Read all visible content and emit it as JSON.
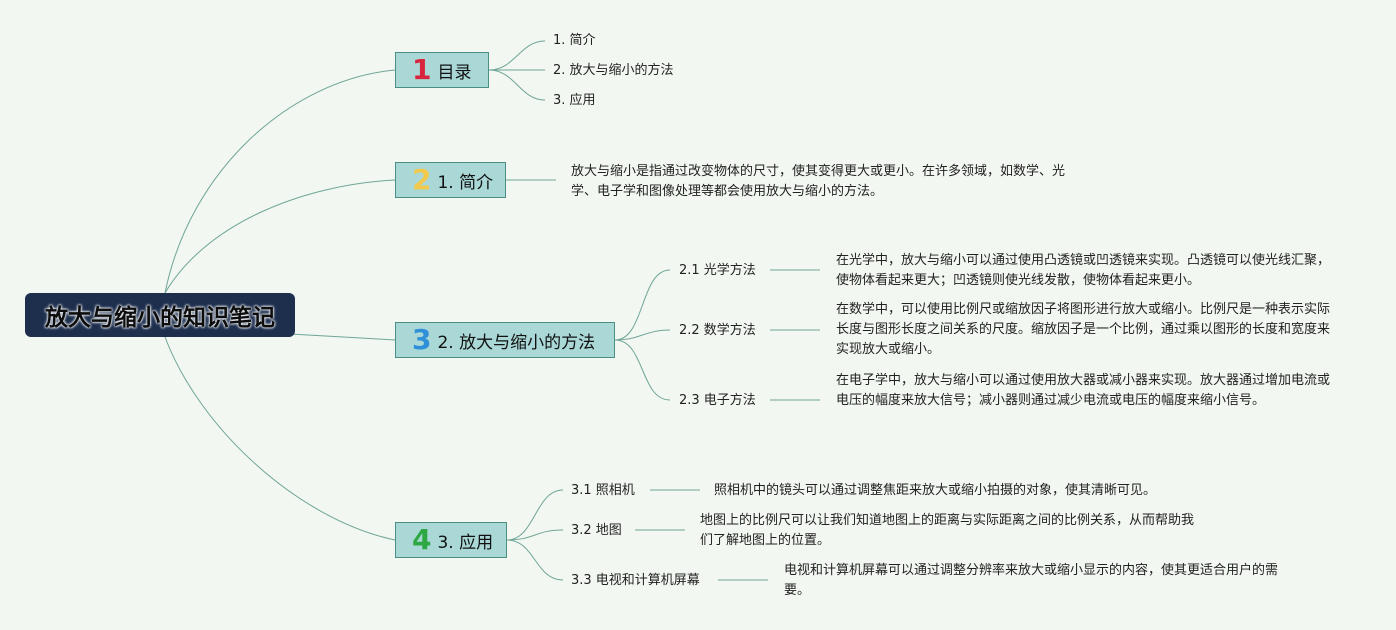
{
  "root": {
    "title": "放大与缩小的知识笔记"
  },
  "branches": [
    {
      "number": "1",
      "number_color": "#d8243c",
      "label": "目录"
    },
    {
      "number": "2",
      "number_color": "#f2c94c",
      "label": "1. 简介"
    },
    {
      "number": "3",
      "number_color": "#2f8fd8",
      "label": "2. 放大与缩小的方法"
    },
    {
      "number": "4",
      "number_color": "#2ea843",
      "label": "3. 应用"
    }
  ],
  "toc": [
    "1. 简介",
    "2. 放大与缩小的方法",
    "3. 应用"
  ],
  "intro": "放大与缩小是指通过改变物体的尺寸，使其变得更大或更小。在许多领域，如数学、光学、电子学和图像处理等都会使用放大与缩小的方法。",
  "methods": [
    {
      "label": "2.1 光学方法",
      "desc": "在光学中，放大与缩小可以通过使用凸透镜或凹透镜来实现。凸透镜可以使光线汇聚，使物体看起来更大；凹透镜则使光线发散，使物体看起来更小。"
    },
    {
      "label": "2.2 数学方法",
      "desc": "在数学中，可以使用比例尺或缩放因子将图形进行放大或缩小。比例尺是一种表示实际长度与图形长度之间关系的尺度。缩放因子是一个比例，通过乘以图形的长度和宽度来实现放大或缩小。"
    },
    {
      "label": "2.3 电子方法",
      "desc": "在电子学中，放大与缩小可以通过使用放大器或减小器来实现。放大器通过增加电流或电压的幅度来放大信号；减小器则通过减少电流或电压的幅度来缩小信号。"
    }
  ],
  "applications": [
    {
      "label": "3.1 照相机",
      "desc": "照相机中的镜头可以通过调整焦距来放大或缩小拍摄的对象，使其清晰可见。"
    },
    {
      "label": "3.2 地图",
      "desc": "地图上的比例尺可以让我们知道地图上的距离与实际距离之间的比例关系，从而帮助我们了解地图上的位置。"
    },
    {
      "label": "3.3 电视和计算机屏幕",
      "desc": "电视和计算机屏幕可以通过调整分辨率来放大或缩小显示的内容，使其更适合用户的需要。"
    }
  ],
  "colors": {
    "line": "#5e9a8c",
    "branch_fill": "#a9d8d6",
    "root_fill": "#1e2f4e"
  }
}
